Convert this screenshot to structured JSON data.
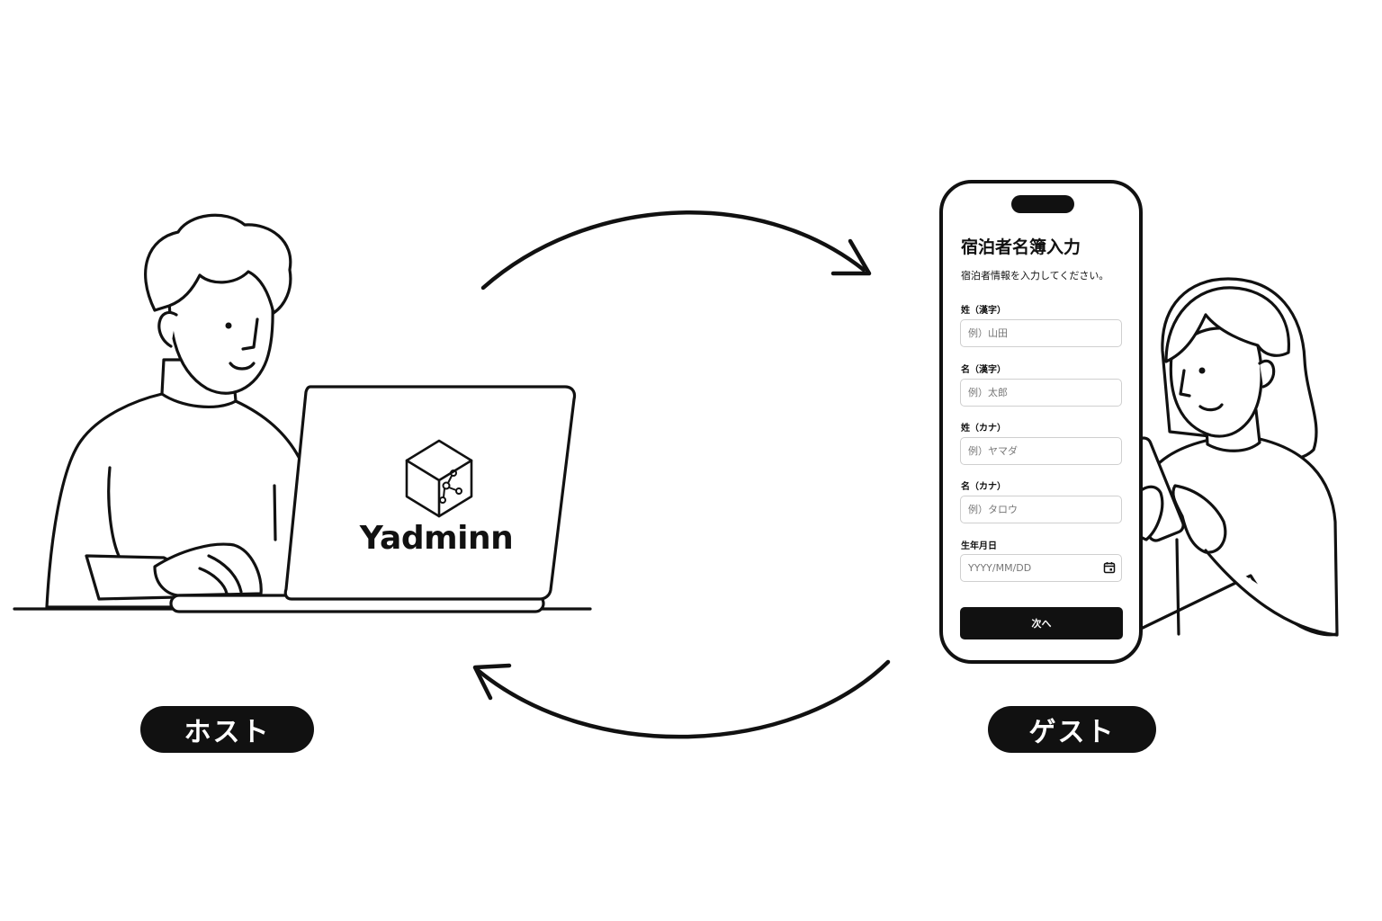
{
  "brand": {
    "name": "Yadminn",
    "icon": "house-network-icon"
  },
  "labels": {
    "host": "ホスト",
    "guest": "ゲスト"
  },
  "form": {
    "title": "宿泊者名簿入力",
    "subtitle": "宿泊者情報を入力してください。",
    "fields": [
      {
        "label": "姓（漢字）",
        "placeholder": "例）山田"
      },
      {
        "label": "名（漢字）",
        "placeholder": "例）太郎"
      },
      {
        "label": "姓（カナ）",
        "placeholder": "例）ヤマダ"
      },
      {
        "label": "名（カナ）",
        "placeholder": "例）タロウ"
      },
      {
        "label": "生年月日",
        "placeholder": "YYYY/MM/DD",
        "icon": "calendar-icon"
      }
    ],
    "submit_label": "次へ"
  },
  "colors": {
    "ink": "#111111",
    "background": "#ffffff",
    "input_border": "#cfcfcf"
  }
}
